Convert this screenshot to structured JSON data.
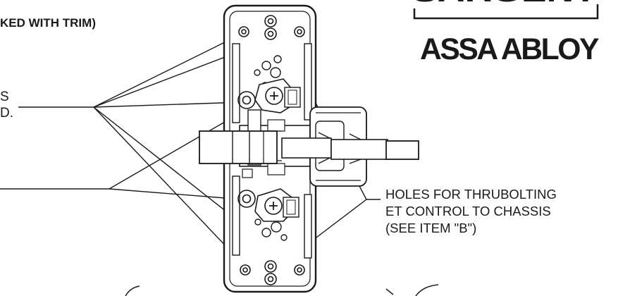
{
  "header_note": "KED WITH TRIM)",
  "left_label_top": {
    "line1": "S",
    "line2": "D."
  },
  "callout_right": {
    "line1": "HOLES FOR THRUBOLTING",
    "line2": "ET CONTROL TO CHASSIS",
    "line3": "(SEE ITEM \"B\")"
  },
  "brand": {
    "top": "SARGENT",
    "bottom": "ASSA ABLOY"
  },
  "colors": {
    "ink": "#1a1a1a",
    "background": "#ffffff"
  }
}
